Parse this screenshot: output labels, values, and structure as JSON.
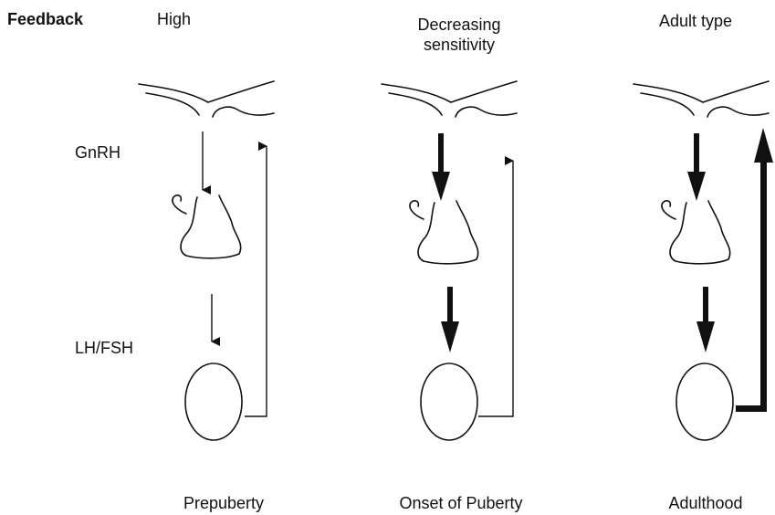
{
  "header": {
    "feedback_label": "Feedback",
    "stage_feedback": [
      "High",
      "Decreasing\nsensitivity",
      "Adult type"
    ]
  },
  "labels": {
    "gnrh": "GnRH",
    "lh_fsh": "LH/FSH"
  },
  "stages": [
    {
      "name": "Prepuberty",
      "downward_signal": "thin",
      "feedback_signal": "thin"
    },
    {
      "name": "Onset of Puberty",
      "downward_signal": "thick",
      "feedback_signal": "thin"
    },
    {
      "name": "Adulthood",
      "downward_signal": "thick",
      "feedback_signal": "thick"
    }
  ],
  "colors": {
    "ink": "#111111",
    "background": "#ffffff"
  }
}
